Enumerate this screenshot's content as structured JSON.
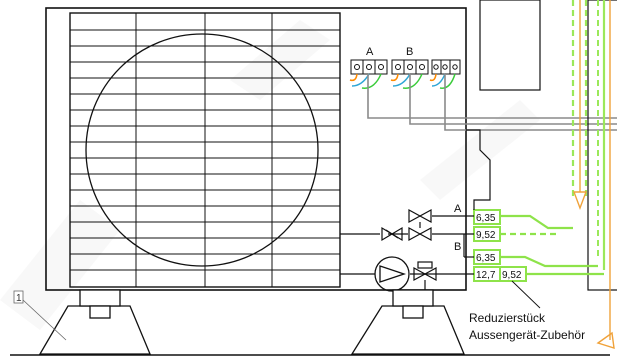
{
  "diagram": {
    "circuit_labels": [
      "A",
      "B"
    ],
    "terminal_labels": [
      "A",
      "B"
    ],
    "connections": [
      {
        "circuit": "A",
        "liquid": "6,35",
        "gas": "9,52"
      },
      {
        "circuit": "B",
        "liquid": "6,35",
        "gas": "12,7",
        "adapter": "9,52"
      }
    ],
    "callout": {
      "line1": "Reduzierstück",
      "line2": "Aussengerät-Zubehör"
    },
    "part_number": "1",
    "colors": {
      "green": "#8ee34a",
      "orange": "#f0a23a",
      "line": "#111111",
      "gray": "#888888",
      "dashed_green": "#9be85a"
    }
  }
}
